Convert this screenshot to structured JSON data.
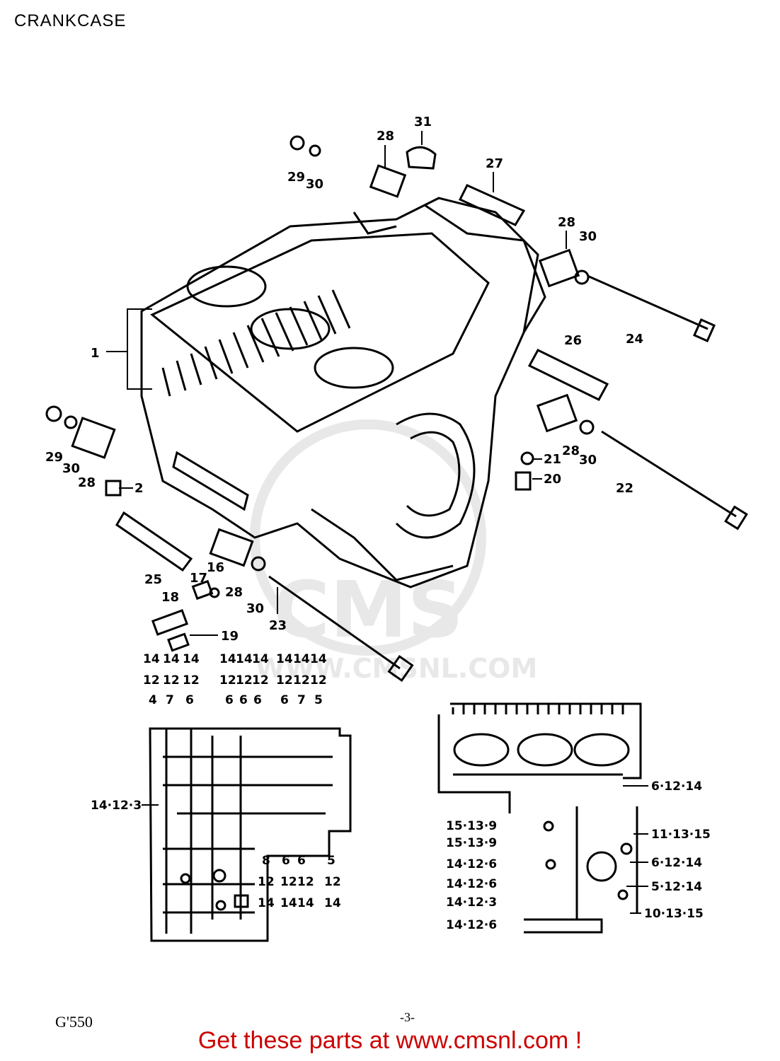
{
  "title": "CRANKCASE",
  "model": "G'550",
  "page_number": "-3-",
  "promo": "Get these parts at www.cmsnl.com !",
  "watermark": {
    "brand": "CMS",
    "url": "WWW.CMSNL.COM"
  },
  "callouts": [
    "1",
    "2",
    "16",
    "17",
    "18",
    "19",
    "20",
    "21",
    "22",
    "23",
    "24",
    "25",
    "26",
    "27",
    "28",
    "28",
    "28",
    "28",
    "28",
    "29",
    "29",
    "30",
    "30",
    "30",
    "30",
    "30",
    "31"
  ],
  "left_bolt_columns": [
    {
      "top": "14",
      "mid": "12",
      "bottom": "4"
    },
    {
      "top": "14",
      "mid": "12",
      "bottom": "7"
    },
    {
      "top": "14",
      "mid": "12",
      "bottom": "6"
    },
    {
      "top": "14",
      "mid": "12",
      "bottom": "6"
    },
    {
      "top": "14",
      "mid": "12",
      "bottom": "6"
    },
    {
      "top": "14",
      "mid": "12",
      "bottom": "6"
    },
    {
      "top": "14",
      "mid": "12",
      "bottom": "6"
    },
    {
      "top": "14",
      "mid": "12",
      "bottom": "7"
    },
    {
      "top": "14",
      "mid": "12",
      "bottom": "5"
    }
  ],
  "left_bolt_side": "14·12·3",
  "left_bolt_bottom": [
    {
      "top": "8",
      "mid": "12",
      "bottom": "14"
    },
    {
      "top": "6",
      "mid": "12",
      "bottom": "14"
    },
    {
      "top": "6",
      "mid": "12",
      "bottom": "14"
    },
    {
      "top": "5",
      "mid": "12",
      "bottom": "14"
    }
  ],
  "right_bolt_right": [
    "6·12·14",
    "11·13·15",
    "6·12·14",
    "5·12·14",
    "10·13·15"
  ],
  "right_bolt_left": [
    "15·13·9",
    "15·13·9",
    "14·12·6",
    "14·12·6",
    "14·12·3",
    "14·12·6"
  ]
}
